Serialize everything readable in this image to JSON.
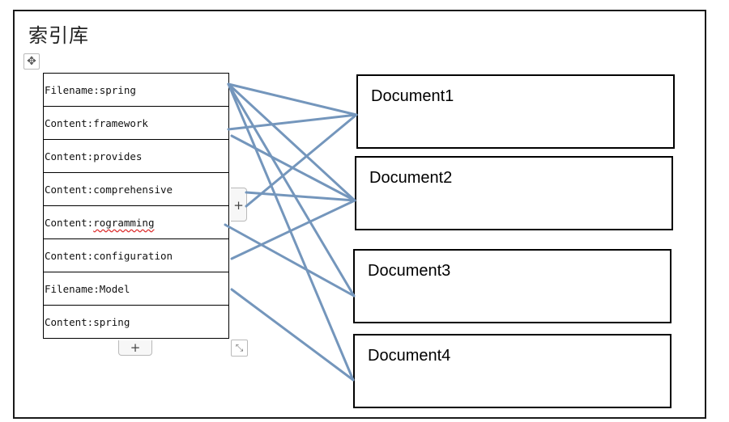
{
  "title": "索引库",
  "index_rows": [
    {
      "text": "Filename:spring"
    },
    {
      "text": "Content:framework"
    },
    {
      "text": "Content:provides"
    },
    {
      "text": "Content:comprehensive"
    },
    {
      "prefix": "Content:",
      "squiggle": "rogramming"
    },
    {
      "text": "Content:configuration"
    },
    {
      "text": "Filename:Model"
    },
    {
      "text": "Content:spring"
    }
  ],
  "documents": [
    "Document1",
    "Document2",
    "Document3",
    "Document4"
  ],
  "controls": {
    "add_row": "+",
    "add_col": "+",
    "move": "✥",
    "resize": "⤡"
  },
  "colors": {
    "link": "#7496bc",
    "border": "#000000"
  }
}
